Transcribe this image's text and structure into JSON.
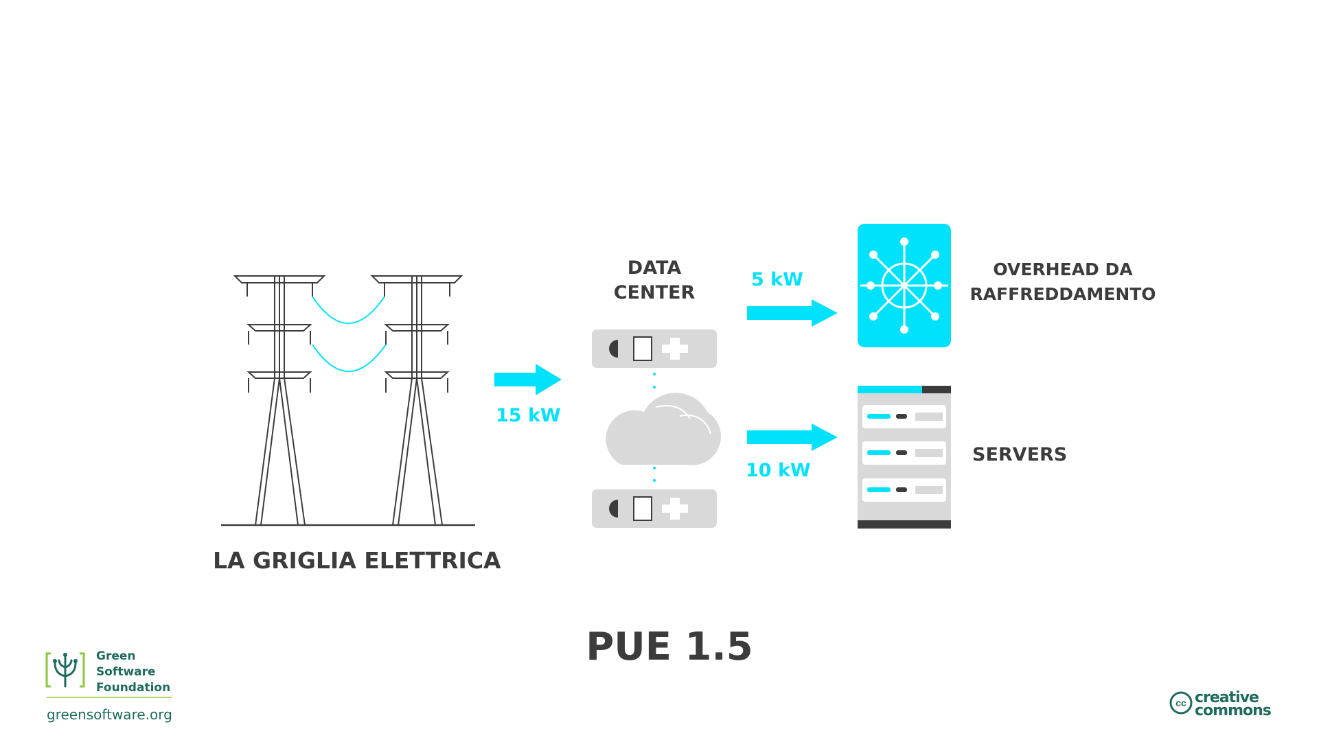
{
  "diagram": {
    "grid_label": "LA GRIGLIA ELETTRICA",
    "datacenter_label_line1": "DATA",
    "datacenter_label_line2": "CENTER",
    "input_flow": "15 kW",
    "cooling_flow": "5 kW",
    "servers_flow": "10 kW",
    "cooling_label_line1": "OVERHEAD DA",
    "cooling_label_line2": "RAFFREDDAMENTO",
    "servers_label": "SERVERS",
    "pue_label": "PUE 1.5"
  },
  "footer": {
    "gsf_line1": "Green",
    "gsf_line2": "Software",
    "gsf_line3": "Foundation",
    "gsf_url": "greensoftware.org",
    "cc_line1": "creative",
    "cc_line2": "commons"
  },
  "colors": {
    "accent": "#00e1fb",
    "dark": "#3c3c3c",
    "gray": "#d9d9d9",
    "brand_green": "#1f6b5e",
    "brand_light_green": "#8dc63f"
  },
  "icons": [
    "power-tower-icon",
    "arrow-right-icon",
    "server-blade-icon",
    "cloud-icon",
    "snowflake-icon",
    "server-rack-icon",
    "gsf-logo-icon",
    "creative-commons-icon"
  ]
}
